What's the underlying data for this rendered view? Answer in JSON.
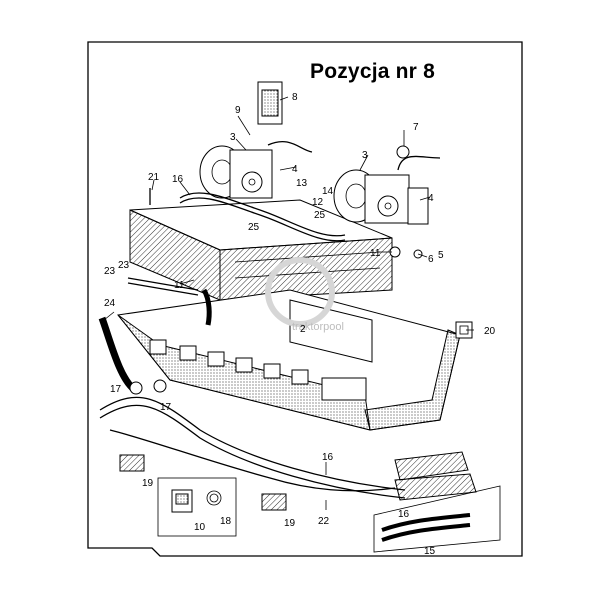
{
  "title": "Pozycja nr 8",
  "watermark": "traktorpool",
  "callouts": [
    "2",
    "3",
    "4",
    "5",
    "6",
    "7",
    "8",
    "9",
    "10",
    "11",
    "12",
    "13",
    "14",
    "15",
    "16",
    "17",
    "18",
    "19",
    "20",
    "21",
    "22",
    "23",
    "24",
    "25"
  ],
  "colors": {
    "ink": "#000000",
    "paper": "#ffffff",
    "watermark": "#bdbdbd"
  }
}
